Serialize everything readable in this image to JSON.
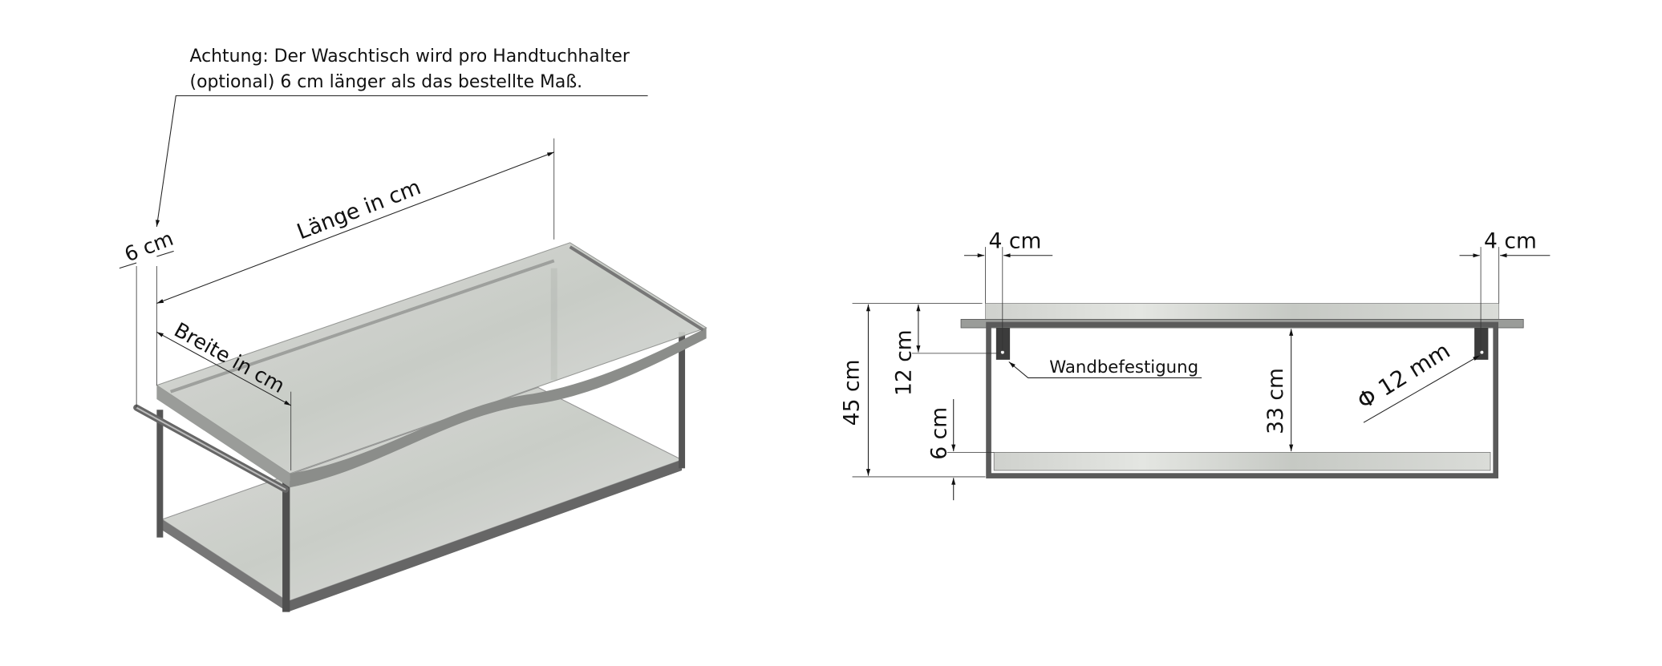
{
  "note": {
    "line1": "Achtung: Der Waschtisch wird pro Handtuchhalter",
    "line2": "(optional) 6 cm länger als das bestellte Maß."
  },
  "iso_view": {
    "length_label": "Länge in cm",
    "width_label": "Breite in cm",
    "towel_extension_label": "6 cm"
  },
  "front_view": {
    "total_height_label": "45 cm",
    "bracket_hole_label": "12 cm",
    "shelf_label": "6 cm",
    "inner_height_label": "33 cm",
    "left_inset_label": "4 cm",
    "right_inset_label": "4 cm",
    "wall_mount_label": "Wandbefestigung",
    "hole_diameter_label": "Φ 12 mm"
  },
  "colors": {
    "glass": "#c9ccc7",
    "frame": "#555555",
    "line": "#222222"
  }
}
